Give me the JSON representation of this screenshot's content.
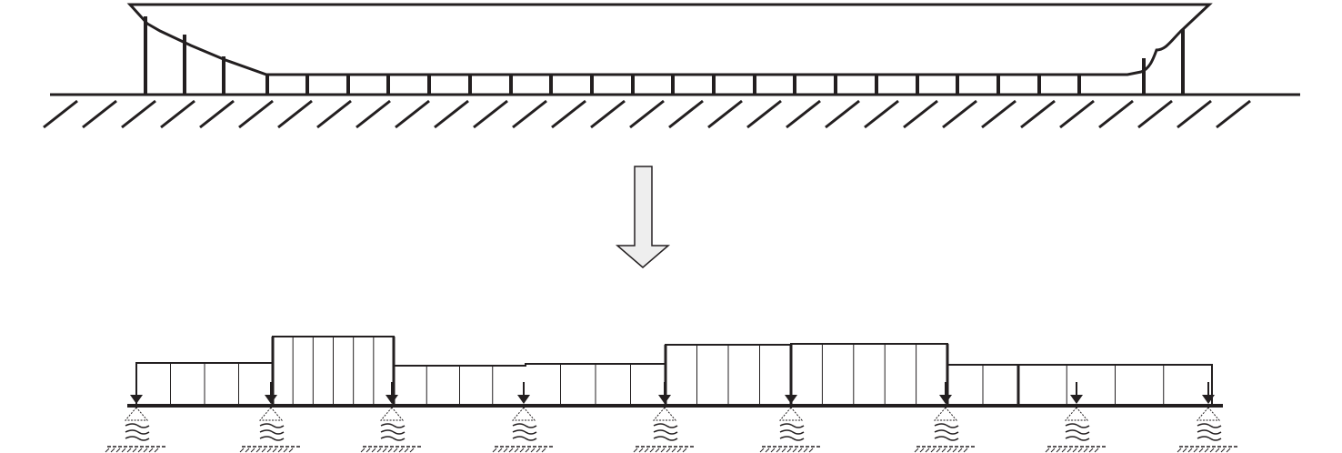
{
  "diagram": {
    "top": {
      "description_visible_text": "",
      "has_ground_hatching": true,
      "post_count": 28
    },
    "arrow": {
      "direction": "down"
    },
    "bottom": {
      "support_count": 9,
      "load_segments": 8
    },
    "colors": {
      "ink": "#231f20",
      "arrow_fill": "#eeeeee",
      "background": "#ffffff"
    }
  }
}
